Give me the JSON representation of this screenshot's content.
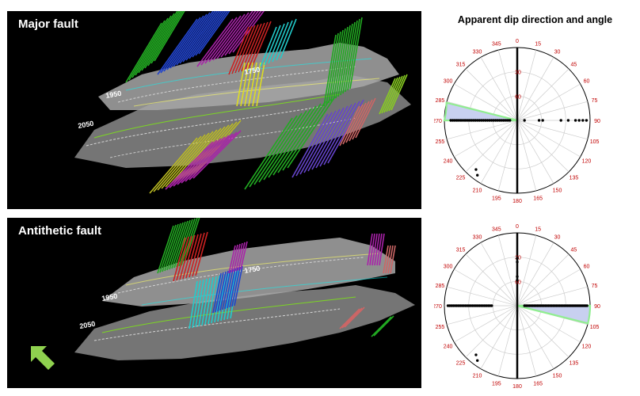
{
  "panels": [
    {
      "label": "Major fault",
      "contours": [
        "1950",
        "2050",
        "1750"
      ]
    },
    {
      "label": "Antithetic fault",
      "contours": [
        "1950",
        "2050",
        "1750"
      ]
    }
  ],
  "polar_title": "Apparent dip direction and angle",
  "polar": {
    "azimuth_labels": [
      "0",
      "15",
      "30",
      "45",
      "60",
      "75",
      "90",
      "105",
      "120",
      "135",
      "150",
      "165",
      "180",
      "195",
      "210",
      "225",
      "240",
      "255",
      "270",
      "285",
      "300",
      "315",
      "330",
      "345"
    ],
    "radial_labels": [
      "30",
      "60"
    ],
    "label_color": "#c00000",
    "highlight_color": "#90ee90",
    "wedge_fill": "#c8d0f0"
  },
  "arrow_color": "#8fd14f"
}
